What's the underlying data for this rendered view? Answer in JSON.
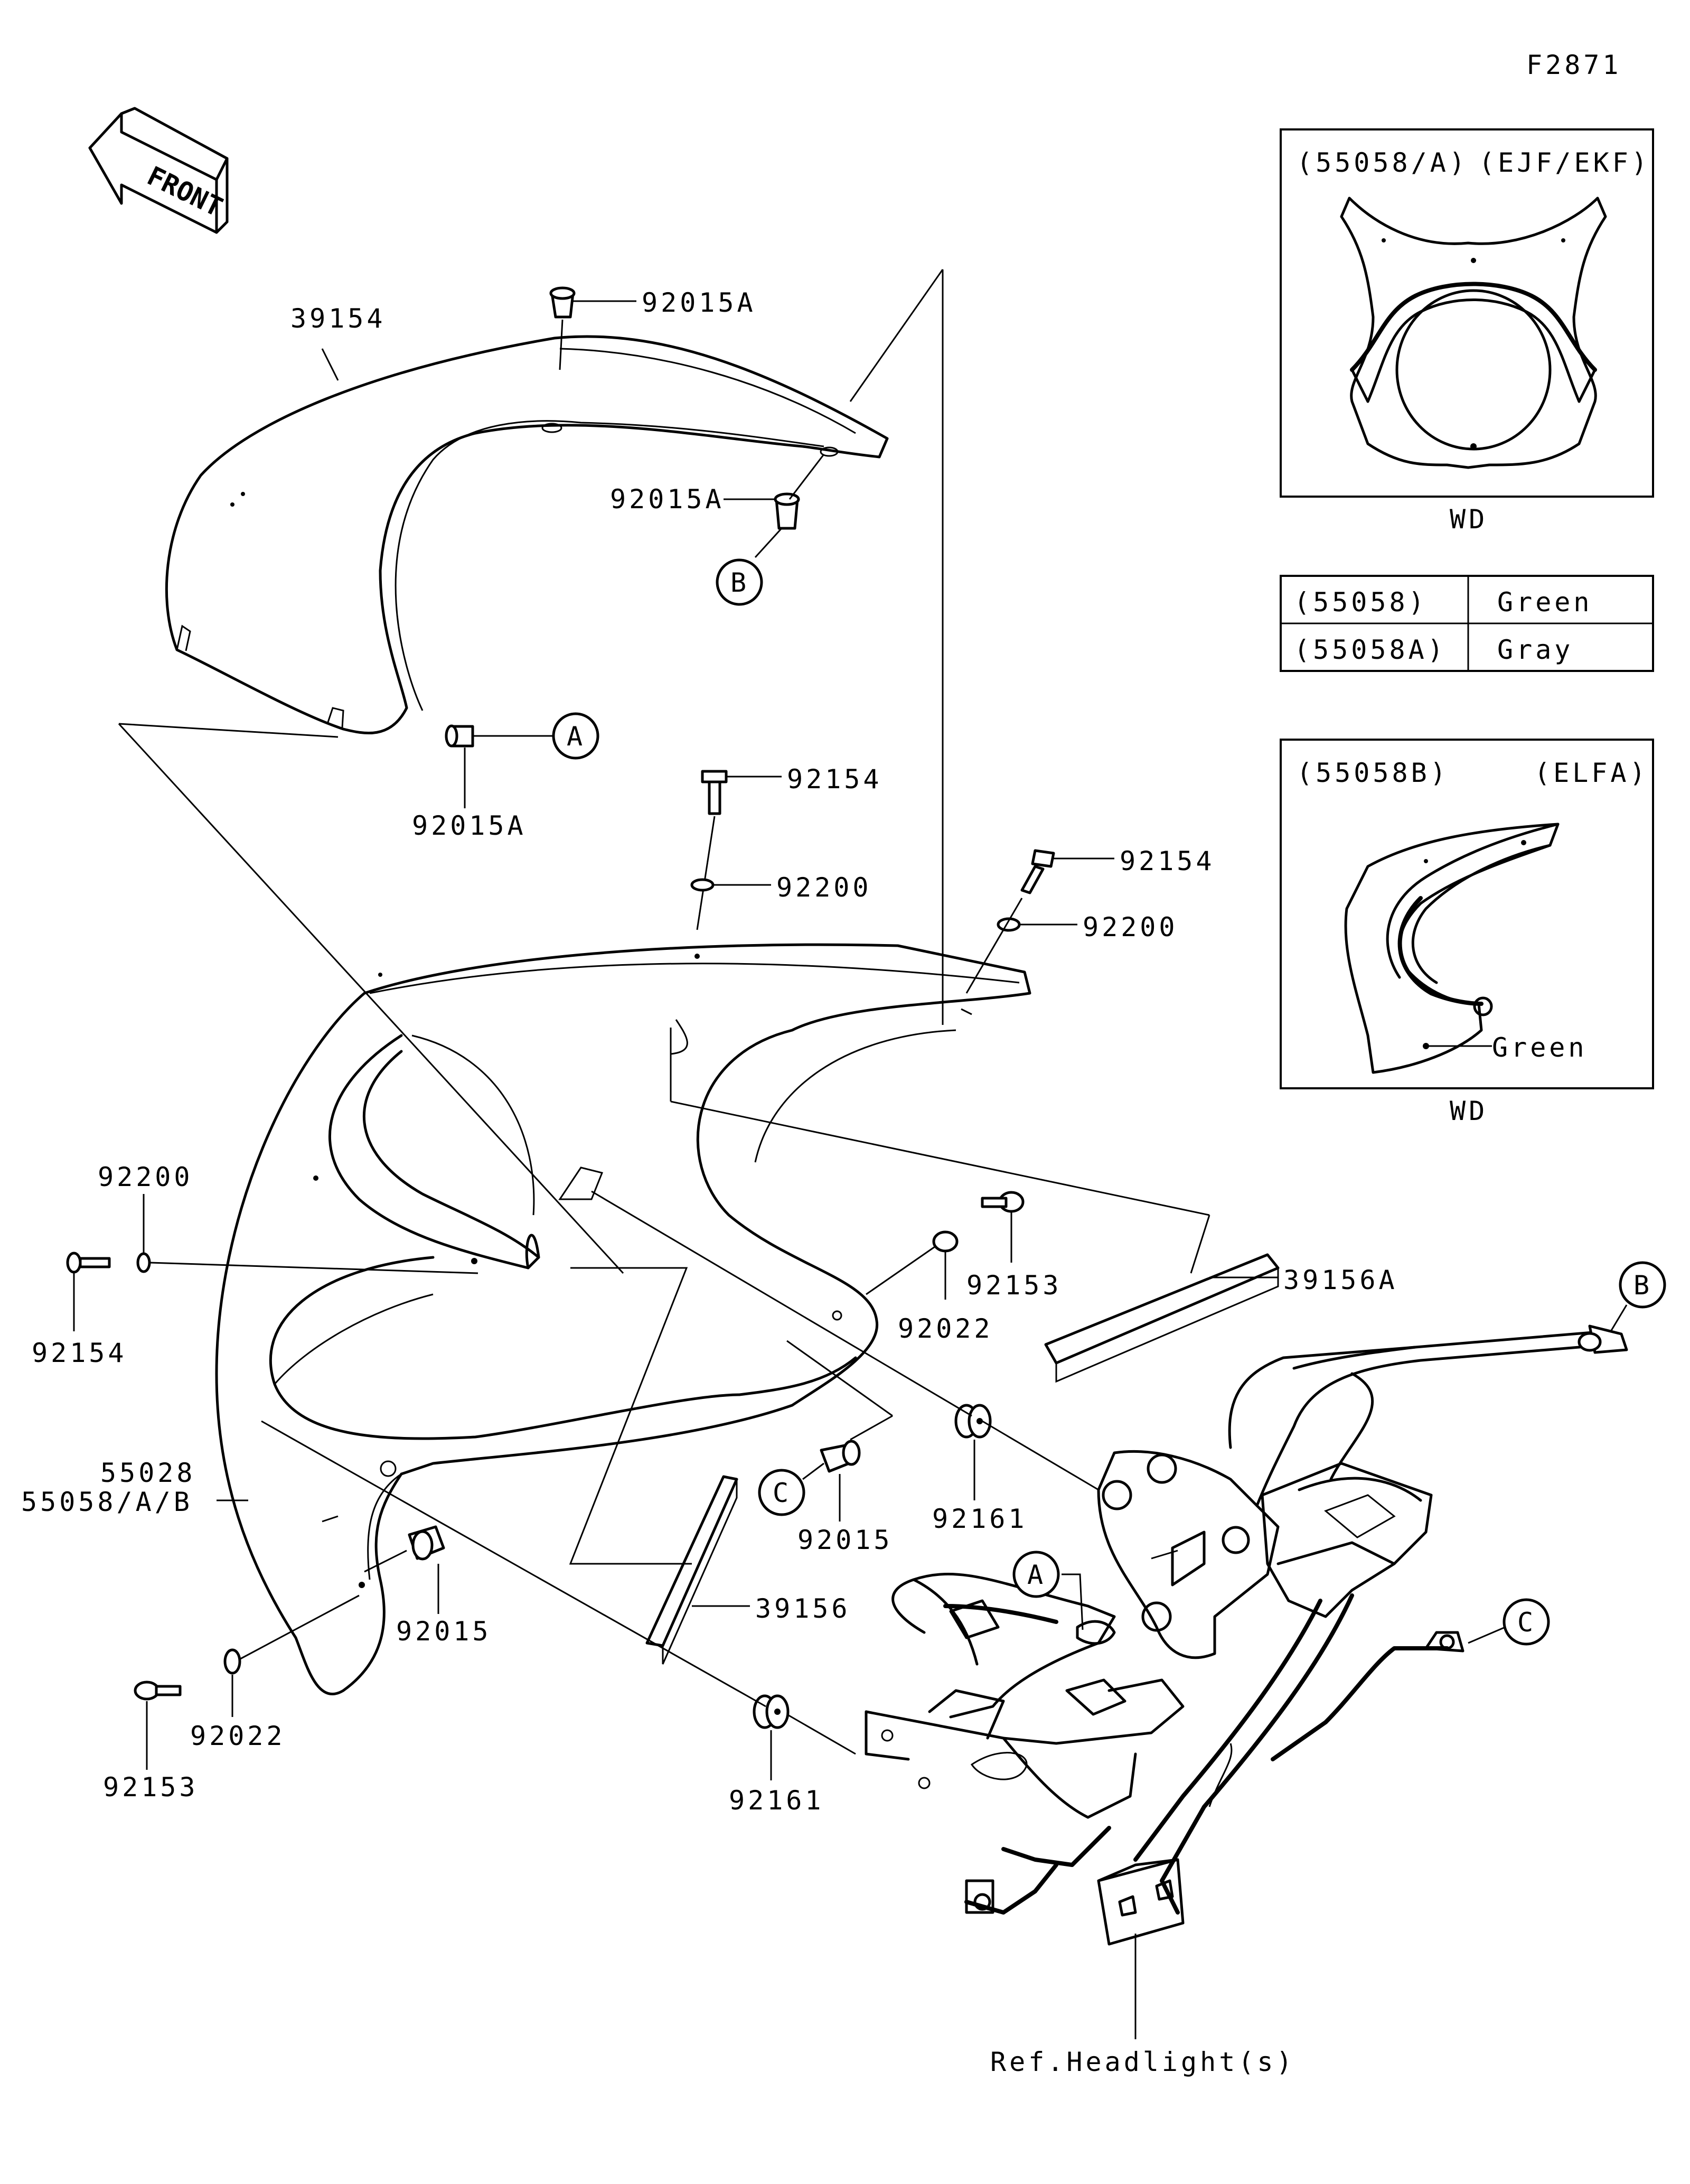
{
  "figure_id": "F2871",
  "front_label": "FRONT",
  "callouts": {
    "a": "A",
    "b": "B",
    "c": "C"
  },
  "parts": {
    "p39154": "39154",
    "p92015A_top": "92015A",
    "p92015A_mid": "92015A",
    "p92015A_low": "92015A",
    "p92154_a": "92154",
    "p92200_a": "92200",
    "p92154_b": "92154",
    "p92200_b": "92200",
    "p92200_left": "92200",
    "p92154_left": "92154",
    "p92153_right": "92153",
    "p92022_right": "92022",
    "p39156A": "39156A",
    "p55028": "55028",
    "p55058AB": "55058/A/B",
    "p92015_c": "92015",
    "p92161_upper": "92161",
    "p92015_low": "92015",
    "p39156": "39156",
    "p92153_left": "92153",
    "p92022_left": "92022",
    "p92161_lower": "92161",
    "ref_headlight": "Ref.Headlight(s)"
  },
  "inset_top": {
    "title_code": "(55058/A)",
    "title_variant": "(EJF/EKF)",
    "caption": "WD"
  },
  "color_table": {
    "rows": [
      {
        "code": "(55058)",
        "color": "Green"
      },
      {
        "code": "(55058A)",
        "color": "Gray"
      }
    ]
  },
  "inset_bottom": {
    "title_code": "(55058B)",
    "title_variant": "(ELFA)",
    "color_label": "Green",
    "caption": "WD"
  }
}
